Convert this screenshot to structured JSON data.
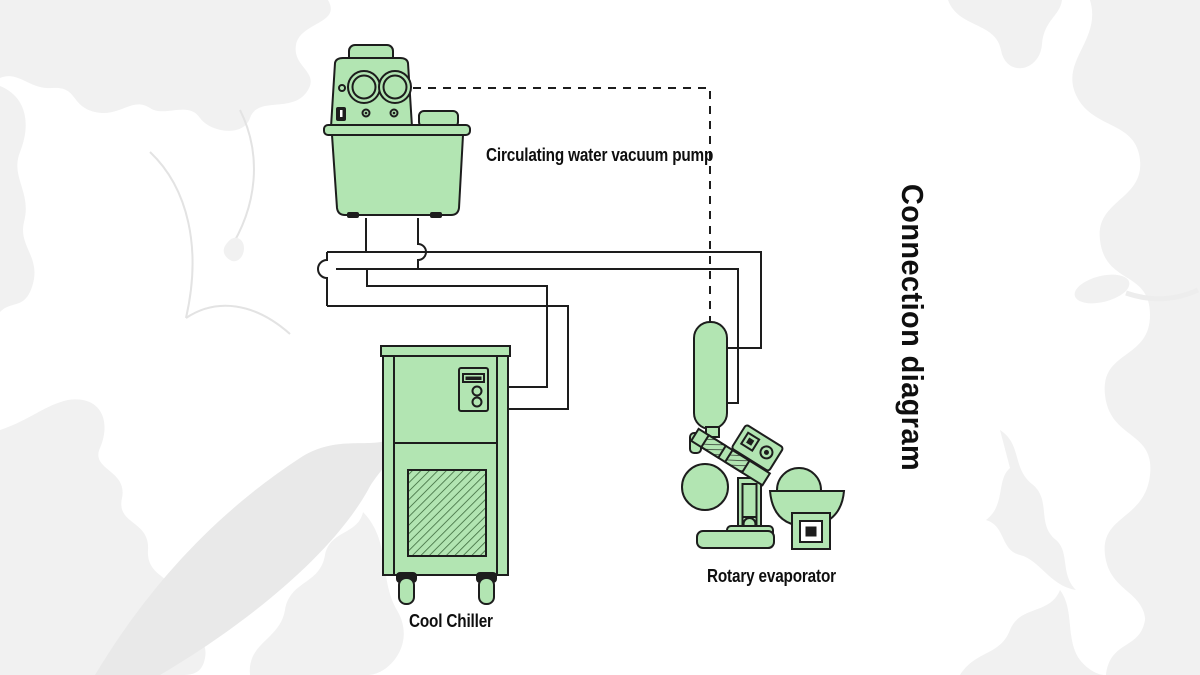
{
  "title": {
    "text": "Connection diagram"
  },
  "diagram": {
    "type": "equipment-connection-diagram",
    "components": [
      {
        "id": "vacuum-pump",
        "label": "Circulating water vacuum pump"
      },
      {
        "id": "cool-chiller",
        "label": "Cool Chiller"
      },
      {
        "id": "rotary-evaporator",
        "label": "Rotary evaporator"
      }
    ],
    "connections": [
      {
        "from": "vacuum-pump",
        "to": "rotary-evaporator",
        "style": "dashed-vacuum-line"
      },
      {
        "from": "vacuum-pump",
        "to": "rotary-evaporator-condenser",
        "style": "solid-tubing"
      },
      {
        "from": "cool-chiller",
        "to": "tubing-network",
        "style": "solid-tubing"
      }
    ]
  },
  "colors": {
    "background": "#ffffff",
    "backdrop_light": "#f1f1f1",
    "backdrop_mid": "#e9e9e9",
    "equipment_fill": "#b2e5b2",
    "outline": "#1d1d1d",
    "text": "#0f0f0f"
  }
}
